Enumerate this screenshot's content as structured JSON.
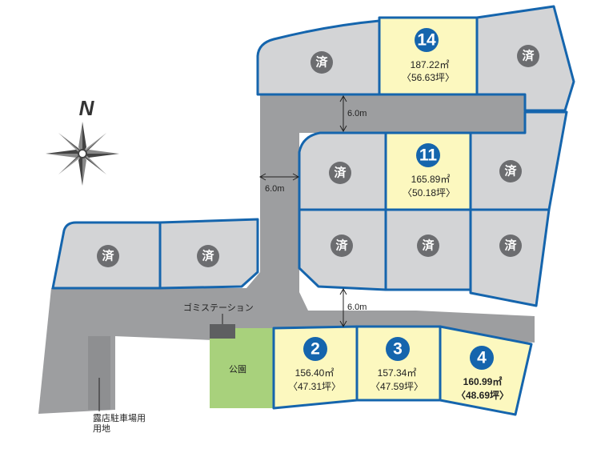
{
  "colors": {
    "lot_border": "#1565ad",
    "sold_lot_fill": "#d3d4d6",
    "available_lot_fill": "#fcf8bf",
    "road": "#9d9ea0",
    "park": "#a8d17c",
    "sold_badge": "#6c6d70",
    "lot_number_badge": "#1565ad"
  },
  "compass": {
    "label": "N",
    "icon": "compass-rose-icon"
  },
  "sold_mark": "済",
  "available_lots": [
    {
      "number": "14",
      "area_m2": "187.22㎡",
      "area_tsubo": "〈56.63坪〉"
    },
    {
      "number": "11",
      "area_m2": "165.89㎡",
      "area_tsubo": "〈50.18坪〉"
    },
    {
      "number": "2",
      "area_m2": "156.40㎡",
      "area_tsubo": "〈47.31坪〉"
    },
    {
      "number": "3",
      "area_m2": "157.34㎡",
      "area_tsubo": "〈47.59坪〉"
    },
    {
      "number": "4",
      "area_m2": "160.99㎡",
      "area_tsubo": "〈48.69坪〉"
    }
  ],
  "road_widths": [
    "6.0m",
    "6.0m",
    "6.0m"
  ],
  "labels": {
    "garbage_station": "ゴミステーション",
    "park": "公園",
    "parking_line1": "露店駐車場用",
    "parking_line2": "用地"
  }
}
